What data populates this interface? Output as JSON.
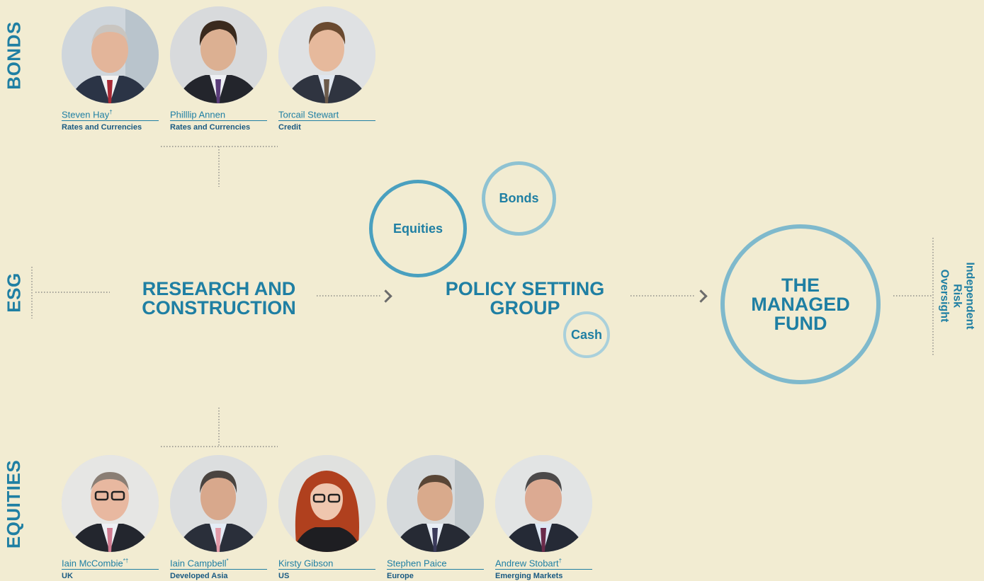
{
  "sections": {
    "bonds": "BONDS",
    "esg": "ESG",
    "equities": "EQUITIES"
  },
  "bonds_team": [
    {
      "name": "Steven Hay",
      "mark": "†",
      "role": "Rates and Currencies"
    },
    {
      "name": "Philllip Annen",
      "mark": "",
      "role": "Rates and Currencies"
    },
    {
      "name": "Torcail Stewart",
      "mark": "",
      "role": "Credit"
    }
  ],
  "equities_team": [
    {
      "name": "Iain McCombie",
      "mark": "*†",
      "role": "UK"
    },
    {
      "name": "Iain Campbell",
      "mark": "*",
      "role": "Developed Asia"
    },
    {
      "name": "Kirsty Gibson",
      "mark": "",
      "role": "US"
    },
    {
      "name": "Stephen Paice",
      "mark": "",
      "role": "Europe"
    },
    {
      "name": "Andrew Stobart",
      "mark": "†",
      "role": "Emerging Markets"
    }
  ],
  "flow": {
    "research": "RESEARCH AND\nCONSTRUCTION",
    "policy": "POLICY SETTING\nGROUP",
    "fund": "THE\nMANAGED\nFUND",
    "risk": "Independent\nRisk Oversight"
  },
  "asset_circles": {
    "equities": "Equities",
    "bonds": "Bonds",
    "cash": "Cash"
  },
  "colors": {
    "background": "#f2ecd2",
    "accent": "#1f7fa3",
    "role_text": "#1a5a82",
    "arrow": "#6b6b6b"
  }
}
